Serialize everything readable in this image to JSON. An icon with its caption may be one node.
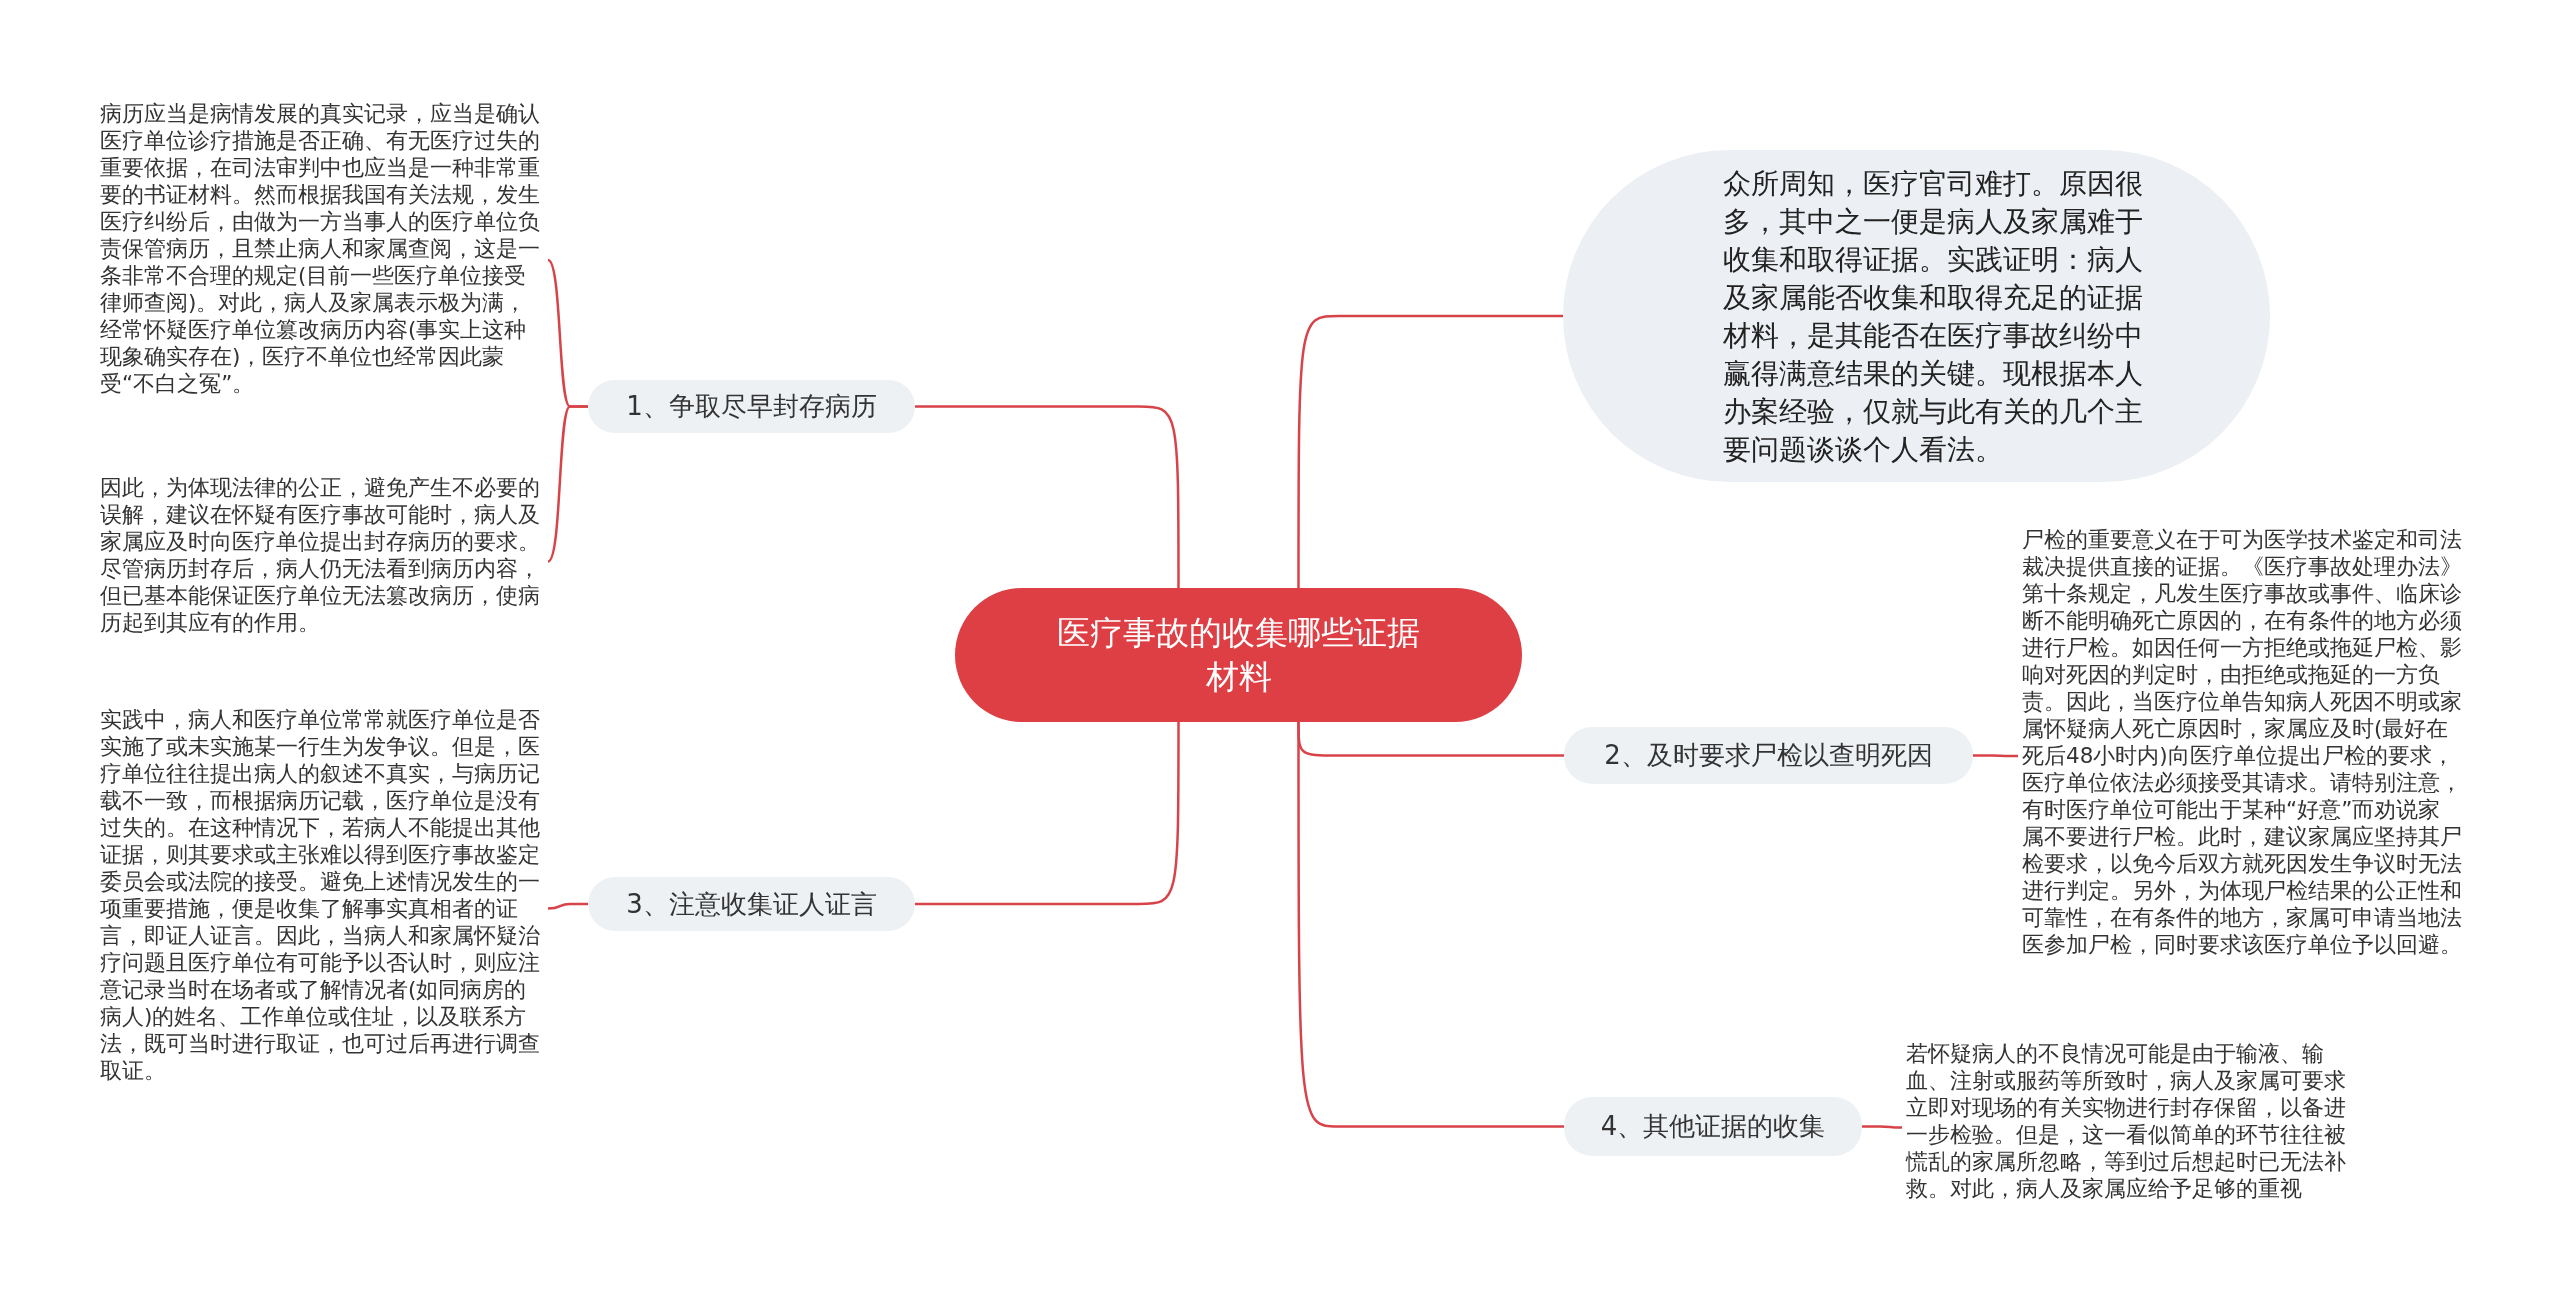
{
  "diagram": {
    "nodes": [
      {
        "text": [
          "医疗事故的收集哪些证据材料"
        ]
      },
      {
        "text": [
          "众所周知，医疗官司难打。原因很多，其中之一便是病人及家属难于收集和取得证据。实践证明：病人及家属能否收集和取得充足的证据材料，是其能否在医疗事故纠纷中赢得满意结果的关键。现根据本人办案经验，仅就与此有关的几个主要问题谈谈个人看法。"
        ]
      },
      {
        "text": [
          "1、争取尽早封存病历"
        ]
      },
      {
        "text": [
          "病历应当是病情发展的真实记录，应当是确认医疗单位诊疗措施是否正确、有无医疗过失的重要依据，在司法审判中也应当是一种非常重要的书证材料。然而根据我国有关法规，发生医疗纠纷后，由做为一方当事人的医疗单位负责保管病历，且禁止病人和家属查阅，这是一条非常不合理的规定(目前一些医疗单位接受律师查阅)。对此，病人及家属表示极为满，经常怀疑医疗单位篡改病历内容(事实上这种现象确实存在)，医疗不单位也经常因此蒙受“不白之冤”。"
        ]
      },
      {
        "text": [
          "因此，为体现法律的公正，避免产生不必要的误解，建议在怀疑有医疗事故可能时，病人及家属应及时向医疗单位提出封存病历的要求。尽管病历封存后，病人仍无法看到病历内容，但已基本能保证医疗单位无法篡改病历，使病历起到其应有的作用。"
        ]
      },
      {
        "text": [
          "2、及时要求尸检以查明死因"
        ]
      },
      {
        "text": [
          "尸检的重要意义在于可为医学技术鉴定和司法裁决提供直接的证据。《医疗事故处理办法》第十条规定，凡发生医疗事故或事件、临床诊断不能明确死亡原因的，在有条件的地方必须进行尸检。如因任何一方拒绝或拖延尸检、影响对死因的判定时，由拒绝或拖延的一方负责。因此，当医疗位单告知病人死因不明或家属怀疑病人死亡原因时，家属应及时(最好在死后48小时内)向医疗单位提出尸检的要求，医疗单位依法必须接受其请求。请特别注意，有时医疗单位可能出于某种“好意”而劝说家属不要进行尸检。此时，建议家属应坚持其尸检要求，以免今后双方就死因发生争议时无法进行判定。另外，为体现尸检结果的公正性和可靠性，在有条件的地方，家属可申请当地法医参加尸检，同时要求该医疗单位予以回避。"
        ]
      },
      {
        "text": [
          "3、注意收集证人证言"
        ]
      },
      {
        "text": [
          "实践中，病人和医疗单位常常就医疗单位是否实施了或未实施某一行生为发争议。但是，医疗单位往往提出病人的叙述不真实，与病历记载不一致，而根据病历记载，医疗单位是没有过失的。在这种情况下，若病人不能提出其他证据，则其要求或主张难以得到医疗事故鉴定委员会或法院的接受。避免上述情况发生的一项重要措施，便是收集了解事实真相者的证言，即证人证言。因此，当病人和家属怀疑治疗问题且医疗单位有可能予以否认时，则应注意记录当时在场者或了解情况者(如同病房的病人)的姓名、工作单位或住址，以及联系方法，既可当时进行取证，也可过后再进行调查取证。"
        ]
      },
      {
        "text": [
          "4、其他证据的收集"
        ]
      },
      {
        "text": [
          "若怀疑病人的不良情况可能是由于输液、输血、注射或服药等所致时，病人及家属可要求立即对现场的有关实物进行封存保留，以备进一步检验。但是，这一看似简单的环节往往被慌乱的家属所忽略，等到过后想起时已无法补救。对此，病人及家属应给予足够的重视"
        ]
      }
    ],
    "edges": [
      {
        "from": 0,
        "to": 1,
        "arrow": "none"
      },
      {
        "from": 0,
        "to": 2,
        "arrow": "none"
      },
      {
        "from": 2,
        "to": 3,
        "arrow": "none"
      },
      {
        "from": 2,
        "to": 4,
        "arrow": "none"
      },
      {
        "from": 0,
        "to": 5,
        "arrow": "none"
      },
      {
        "from": 5,
        "to": 6,
        "arrow": "none"
      },
      {
        "from": 0,
        "to": 7,
        "arrow": "none"
      },
      {
        "from": 7,
        "to": 8,
        "arrow": "none"
      },
      {
        "from": 0,
        "to": 9,
        "arrow": "none"
      },
      {
        "from": 9,
        "to": 10,
        "arrow": "none"
      }
    ]
  }
}
